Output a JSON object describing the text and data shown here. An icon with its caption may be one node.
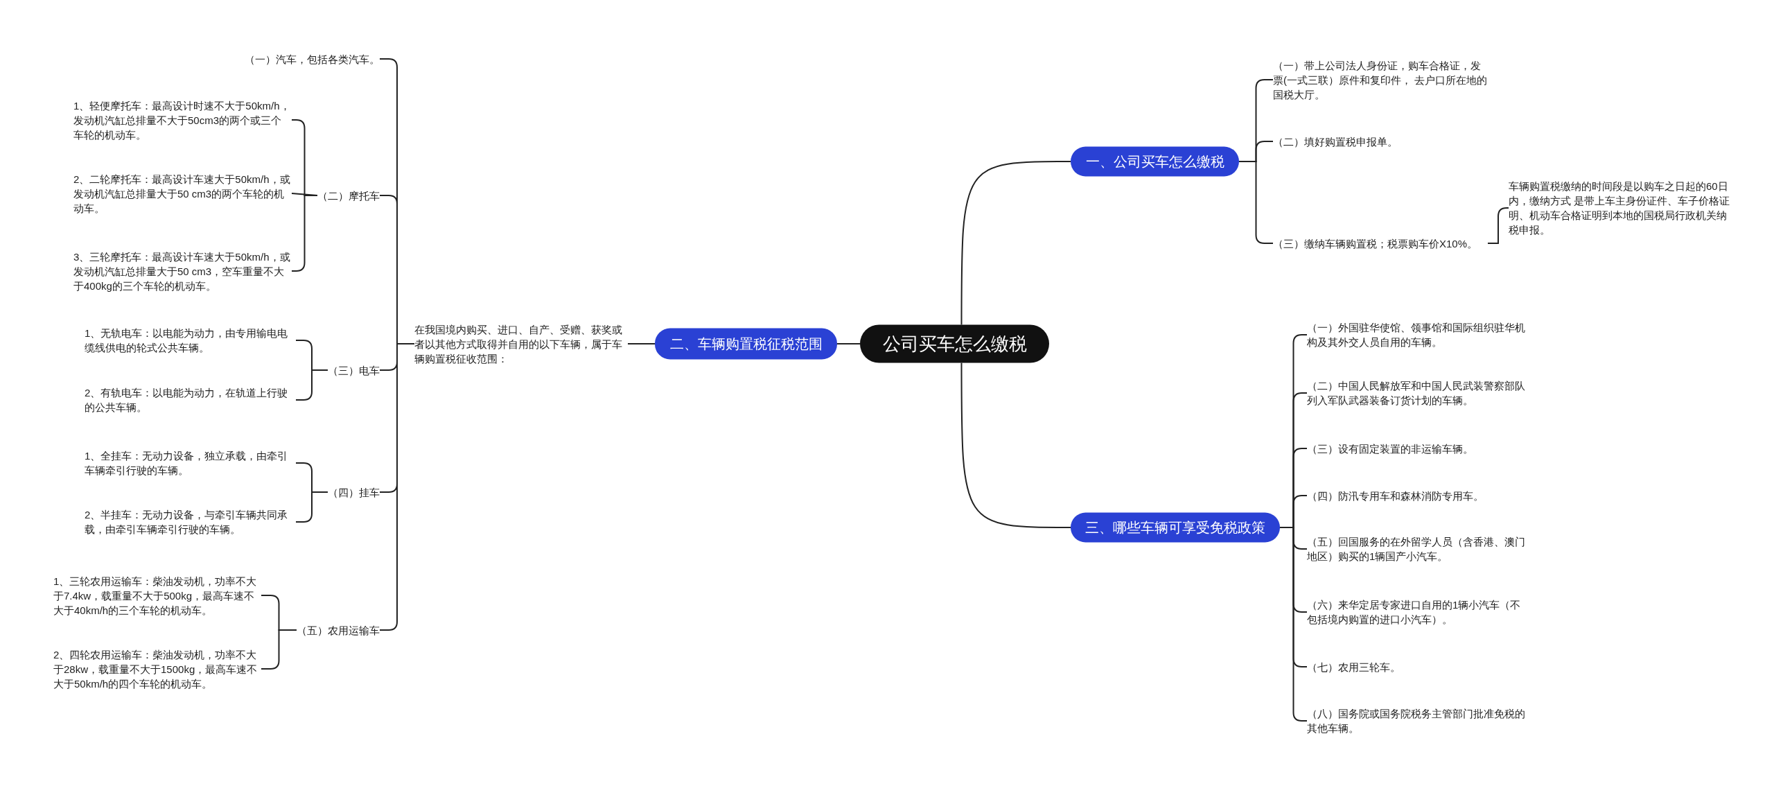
{
  "diagram": {
    "nodes": [
      {
        "text": [
          "公司买车怎么缴税"
        ]
      },
      {
        "text": [
          "一、公司买车怎么缴税"
        ]
      },
      {
        "text": [
          "（一）带上公司法人身份证，购车合格证，发票(一式三联）原件和复印件， 去户口所在地的国税大厅。"
        ]
      },
      {
        "text": [
          "（二）填好购置税申报单。"
        ]
      },
      {
        "text": [
          "（三）缴纳车辆购置税；税票购车价X10%。"
        ]
      },
      {
        "text": [
          "车辆购置税缴纳的时间段是以购车之日起的60日内，缴纳方式 是带上车主身份证件、车子价格证明、机动车合格证明到本地的国税局行政机关纳税申报。"
        ]
      },
      {
        "text": [
          "二、车辆购置税征税范围"
        ]
      },
      {
        "text": [
          "在我国境内购买、进口、自产、受赠、获奖或者以其他方式取得并自用的以下车辆，属于车辆购置税征收范围："
        ]
      },
      {
        "text": [
          "（一）汽车，包括各类汽车。"
        ]
      },
      {
        "text": [
          "（二）摩托车"
        ]
      },
      {
        "text": [
          "1、轻便摩托车：最高设计时速不大于50km/h，发动机汽缸总排量不大于50cm3的两个或三个车轮的机动车。"
        ]
      },
      {
        "text": [
          "2、二轮摩托车：最高设计车速大于50km/h，或发动机汽缸总排量大于50 cm3的两个车轮的机动车。"
        ]
      },
      {
        "text": [
          "3、三轮摩托车：最高设计车速大于50km/h，或发动机汽缸总排量大于50 cm3，空车重量不大于400kg的三个车轮的机动车。"
        ]
      },
      {
        "text": [
          "（三）电车"
        ]
      },
      {
        "text": [
          "1、无轨电车：以电能为动力，由专用输电电缆线供电的轮式公共车辆。"
        ]
      },
      {
        "text": [
          "2、有轨电车：以电能为动力，在轨道上行驶的公共车辆。"
        ]
      },
      {
        "text": [
          "（四）挂车"
        ]
      },
      {
        "text": [
          "1、全挂车：无动力设备，独立承载，由牵引车辆牵引行驶的车辆。"
        ]
      },
      {
        "text": [
          "2、半挂车：无动力设备，与牵引车辆共同承载，由牵引车辆牵引行驶的车辆。"
        ]
      },
      {
        "text": [
          "（五）农用运输车"
        ]
      },
      {
        "text": [
          "1、三轮农用运输车：柴油发动机，功率不大于7.4kw，载重量不大于500kg，最高车速不大于40km/h的三个车轮的机动车。"
        ]
      },
      {
        "text": [
          "2、四轮农用运输车：柴油发动机，功率不大于28kw，载重量不大于1500kg，最高车速不大于50km/h的四个车轮的机动车。"
        ]
      },
      {
        "text": [
          "三、哪些车辆可享受免税政策"
        ]
      },
      {
        "text": [
          "（一）外国驻华使馆、领事馆和国际组织驻华机构及其外交人员自用的车辆。"
        ]
      },
      {
        "text": [
          "（二）中国人民解放军和中国人民武装警察部队列入军队武器装备订货计划的车辆。"
        ]
      },
      {
        "text": [
          "（三）设有固定装置的非运输车辆。"
        ]
      },
      {
        "text": [
          "（四）防汛专用车和森林消防专用车。"
        ]
      },
      {
        "text": [
          "（五）回国服务的在外留学人员（含香港、澳门地区）购买的1辆国产小汽车。"
        ]
      },
      {
        "text": [
          "（六）来华定居专家进口自用的1辆小汽车（不包括境内购置的进口小汽车）。"
        ]
      },
      {
        "text": [
          "（七）农用三轮车。"
        ]
      },
      {
        "text": [
          "（八）国务院或国务院税务主管部门批准免税的其他车辆。"
        ]
      }
    ],
    "edges": [
      {
        "from": 0,
        "to": 1,
        "arrow": "none"
      },
      {
        "from": 0,
        "to": 6,
        "arrow": "none"
      },
      {
        "from": 0,
        "to": 22,
        "arrow": "none"
      },
      {
        "from": 1,
        "to": 2,
        "arrow": "none"
      },
      {
        "from": 1,
        "to": 3,
        "arrow": "none"
      },
      {
        "from": 1,
        "to": 4,
        "arrow": "none"
      },
      {
        "from": 4,
        "to": 5,
        "arrow": "none"
      },
      {
        "from": 6,
        "to": 7,
        "arrow": "none"
      },
      {
        "from": 7,
        "to": 8,
        "arrow": "none"
      },
      {
        "from": 7,
        "to": 9,
        "arrow": "none"
      },
      {
        "from": 7,
        "to": 13,
        "arrow": "none"
      },
      {
        "from": 7,
        "to": 16,
        "arrow": "none"
      },
      {
        "from": 7,
        "to": 19,
        "arrow": "none"
      },
      {
        "from": 9,
        "to": 10,
        "arrow": "none"
      },
      {
        "from": 9,
        "to": 11,
        "arrow": "none"
      },
      {
        "from": 9,
        "to": 12,
        "arrow": "none"
      },
      {
        "from": 13,
        "to": 14,
        "arrow": "none"
      },
      {
        "from": 13,
        "to": 15,
        "arrow": "none"
      },
      {
        "from": 16,
        "to": 17,
        "arrow": "none"
      },
      {
        "from": 16,
        "to": 18,
        "arrow": "none"
      },
      {
        "from": 19,
        "to": 20,
        "arrow": "none"
      },
      {
        "from": 19,
        "to": 21,
        "arrow": "none"
      },
      {
        "from": 22,
        "to": 23,
        "arrow": "none"
      },
      {
        "from": 22,
        "to": 24,
        "arrow": "none"
      },
      {
        "from": 22,
        "to": 25,
        "arrow": "none"
      },
      {
        "from": 22,
        "to": 26,
        "arrow": "none"
      },
      {
        "from": 22,
        "to": 27,
        "arrow": "none"
      },
      {
        "from": 22,
        "to": 28,
        "arrow": "none"
      },
      {
        "from": 22,
        "to": 29,
        "arrow": "none"
      },
      {
        "from": 22,
        "to": 30,
        "arrow": "none"
      }
    ]
  }
}
